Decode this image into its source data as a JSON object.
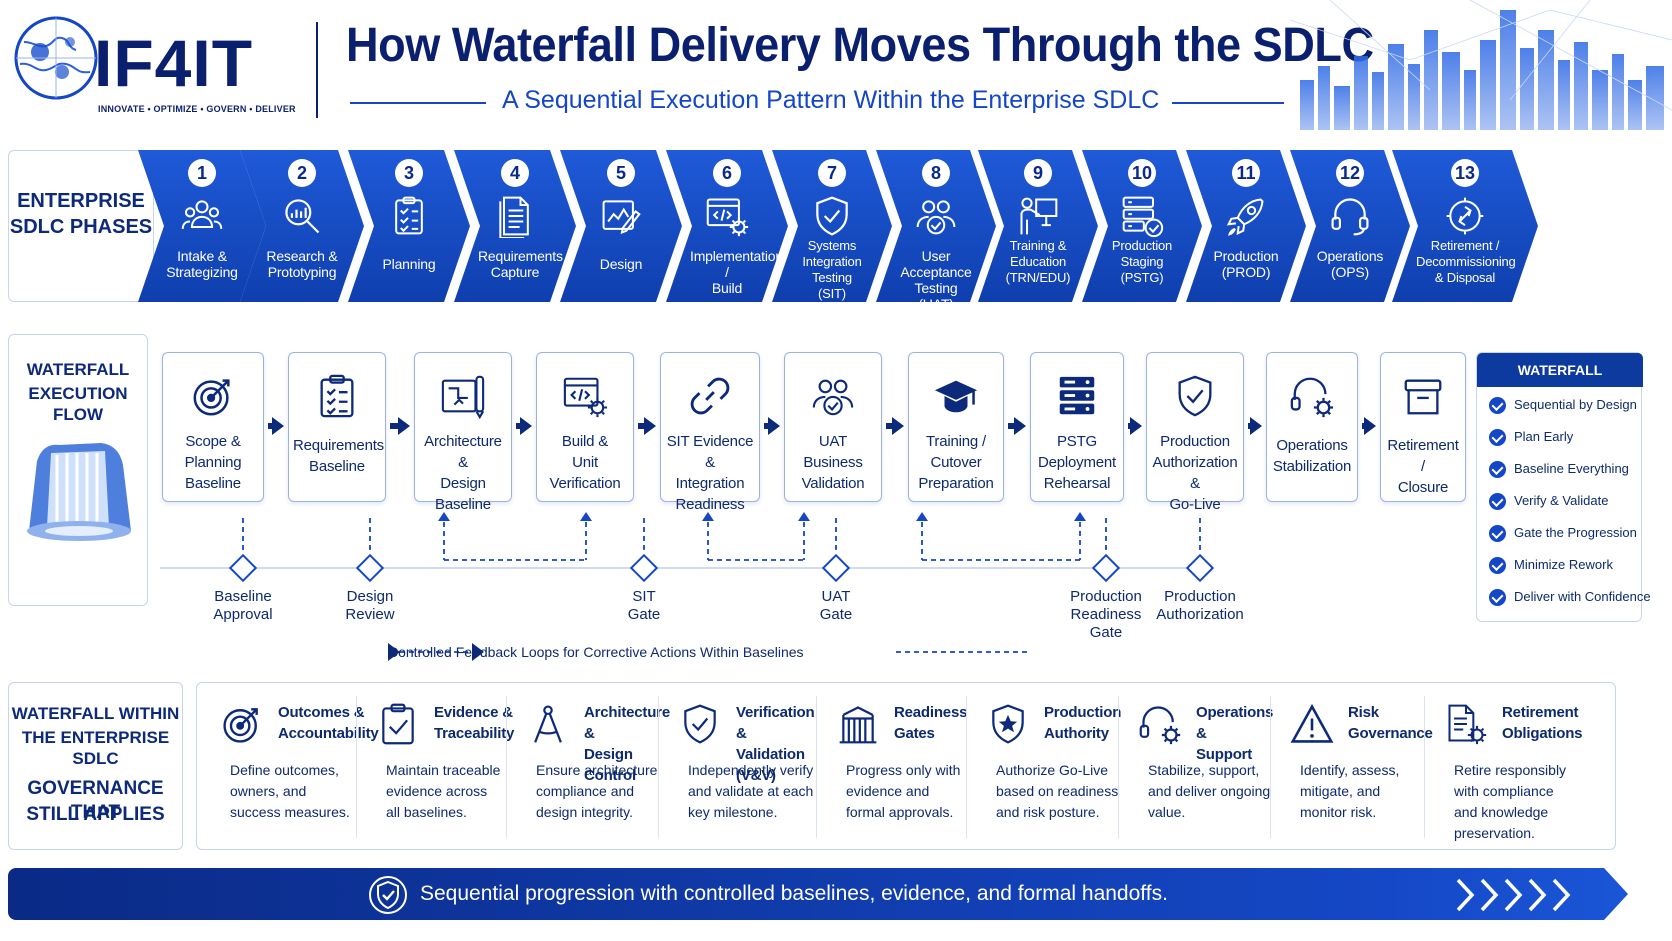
{
  "brand": {
    "name": "IF4IT",
    "tagline": "INNOVATE • OPTIMIZE • GOVERN • DELIVER"
  },
  "title": "How Waterfall Delivery Moves Through the SDLC",
  "subtitle": "A Sequential Execution Pattern Within the Enterprise SDLC",
  "colors": {
    "primary": "#1446c8",
    "dark": "#0a1f6e",
    "phase": "#1a4fcc"
  },
  "phases_label": [
    "ENTERPRISE",
    "SDLC PHASES"
  ],
  "phases": [
    {
      "num": "1",
      "lines": [
        "Intake &",
        "Strategizing"
      ],
      "icon": "team-icon"
    },
    {
      "num": "2",
      "lines": [
        "Research &",
        "Prototyping"
      ],
      "icon": "research-icon"
    },
    {
      "num": "3",
      "lines": [
        "Planning"
      ],
      "icon": "checklist-icon"
    },
    {
      "num": "4",
      "lines": [
        "Requirements",
        "Capture"
      ],
      "icon": "document-icon"
    },
    {
      "num": "5",
      "lines": [
        "Design"
      ],
      "icon": "design-icon"
    },
    {
      "num": "6",
      "lines": [
        "Implementation /",
        "Build"
      ],
      "icon": "code-gear-icon"
    },
    {
      "num": "7",
      "lines": [
        "Systems",
        "Integration Testing",
        "(SIT)"
      ],
      "icon": "shield-check-icon"
    },
    {
      "num": "8",
      "lines": [
        "User Acceptance",
        "Testing (UAT)"
      ],
      "icon": "users-check-icon"
    },
    {
      "num": "9",
      "lines": [
        "Training &",
        "Education",
        "(TRN/EDU)"
      ],
      "icon": "presenter-icon"
    },
    {
      "num": "10",
      "lines": [
        "Production",
        "Staging",
        "(PSTG)"
      ],
      "icon": "server-check-icon"
    },
    {
      "num": "11",
      "lines": [
        "Production",
        "(PROD)"
      ],
      "icon": "rocket-icon"
    },
    {
      "num": "12",
      "lines": [
        "Operations",
        "(OPS)"
      ],
      "icon": "headset-icon"
    },
    {
      "num": "13",
      "lines": [
        "Retirement /",
        "Decommissioning",
        "& Disposal"
      ],
      "icon": "recycle-icon"
    }
  ],
  "flow_label": [
    "WATERFALL",
    "EXECUTION FLOW"
  ],
  "flow": [
    {
      "lines": [
        "Scope &",
        "Planning",
        "Baseline"
      ],
      "icon": "target-icon"
    },
    {
      "lines": [
        "Requirements",
        "Baseline"
      ],
      "icon": "clipboard-icon"
    },
    {
      "lines": [
        "Architecture &",
        "Design",
        "Baseline"
      ],
      "icon": "blueprint-icon"
    },
    {
      "lines": [
        "Build &",
        "Unit",
        "Verification"
      ],
      "icon": "code-gear-icon"
    },
    {
      "lines": [
        "SIT Evidence &",
        "Integration",
        "Readiness"
      ],
      "icon": "link-icon"
    },
    {
      "lines": [
        "UAT",
        "Business",
        "Validation"
      ],
      "icon": "users-check-icon"
    },
    {
      "lines": [
        "Training /",
        "Cutover",
        "Preparation"
      ],
      "icon": "graduation-cap-icon"
    },
    {
      "lines": [
        "PSTG",
        "Deployment",
        "Rehearsal"
      ],
      "icon": "server-icon"
    },
    {
      "lines": [
        "Production",
        "Authorization &",
        "Go-Live"
      ],
      "icon": "shield-check-icon"
    },
    {
      "lines": [
        "Operations",
        "Stabilization"
      ],
      "icon": "headset-gear-icon"
    },
    {
      "lines": [
        "Retirement /",
        "Closure"
      ],
      "icon": "archive-box-icon"
    }
  ],
  "gates": [
    {
      "lines": [
        "Baseline",
        "Approval"
      ]
    },
    {
      "lines": [
        "Design",
        "Review"
      ]
    },
    {
      "lines": [
        "SIT",
        "Gate"
      ]
    },
    {
      "lines": [
        "UAT",
        "Gate"
      ]
    },
    {
      "lines": [
        "Production",
        "Readiness",
        "Gate"
      ]
    },
    {
      "lines": [
        "Production",
        "Authorization"
      ]
    }
  ],
  "feedback_legend": "Controlled Feedback Loops for Corrective Actions Within Baselines",
  "principles": {
    "title": "WATERFALL PRINCIPLES",
    "items": [
      "Sequential by Design",
      "Plan Early",
      "Baseline Everything",
      "Verify & Validate",
      "Gate the Progression",
      "Minimize Rework",
      "Deliver with Confidence"
    ]
  },
  "governance_label": {
    "top": [
      "WATERFALL WITHIN",
      "THE ENTERPRISE SDLC"
    ],
    "bottom": [
      "GOVERNANCE THAT",
      "STILL APPLIES"
    ]
  },
  "governance": [
    {
      "title": [
        "Outcomes &",
        "Accountability"
      ],
      "desc": [
        "Define outcomes,",
        "owners, and",
        "success measures."
      ],
      "icon": "target-icon"
    },
    {
      "title": [
        "Evidence &",
        "Traceability"
      ],
      "desc": [
        "Maintain traceable",
        "evidence across",
        "all baselines."
      ],
      "icon": "clipboard-check-icon"
    },
    {
      "title": [
        "Architecture &",
        "Design Control"
      ],
      "desc": [
        "Ensure architecture",
        "compliance and",
        "design integrity."
      ],
      "icon": "compass-icon"
    },
    {
      "title": [
        "Verification &",
        "Validation (V&V)"
      ],
      "desc": [
        "Independently verify",
        "and validate at each",
        "key milestone."
      ],
      "icon": "shield-check-icon"
    },
    {
      "title": [
        "Readiness",
        "Gates"
      ],
      "desc": [
        "Progress only with",
        "evidence and",
        "formal approvals."
      ],
      "icon": "gate-icon"
    },
    {
      "title": [
        "Production",
        "Authority"
      ],
      "desc": [
        "Authorize Go-Live",
        "based on readiness",
        "and risk posture."
      ],
      "icon": "shield-star-icon"
    },
    {
      "title": [
        "Operations &",
        "Support"
      ],
      "desc": [
        "Stabilize, support,",
        "and deliver ongoing",
        "value."
      ],
      "icon": "headset-gear-icon"
    },
    {
      "title": [
        "Risk",
        "Governance"
      ],
      "desc": [
        "Identify, assess,",
        "mitigate, and",
        "monitor risk."
      ],
      "icon": "warning-icon"
    },
    {
      "title": [
        "Retirement",
        "Obligations"
      ],
      "desc": [
        "Retire responsibly",
        "with compliance",
        "and knowledge",
        "preservation."
      ],
      "icon": "document-gear-icon"
    }
  ],
  "footer": "Sequential progression with controlled baselines, evidence, and formal handoffs."
}
